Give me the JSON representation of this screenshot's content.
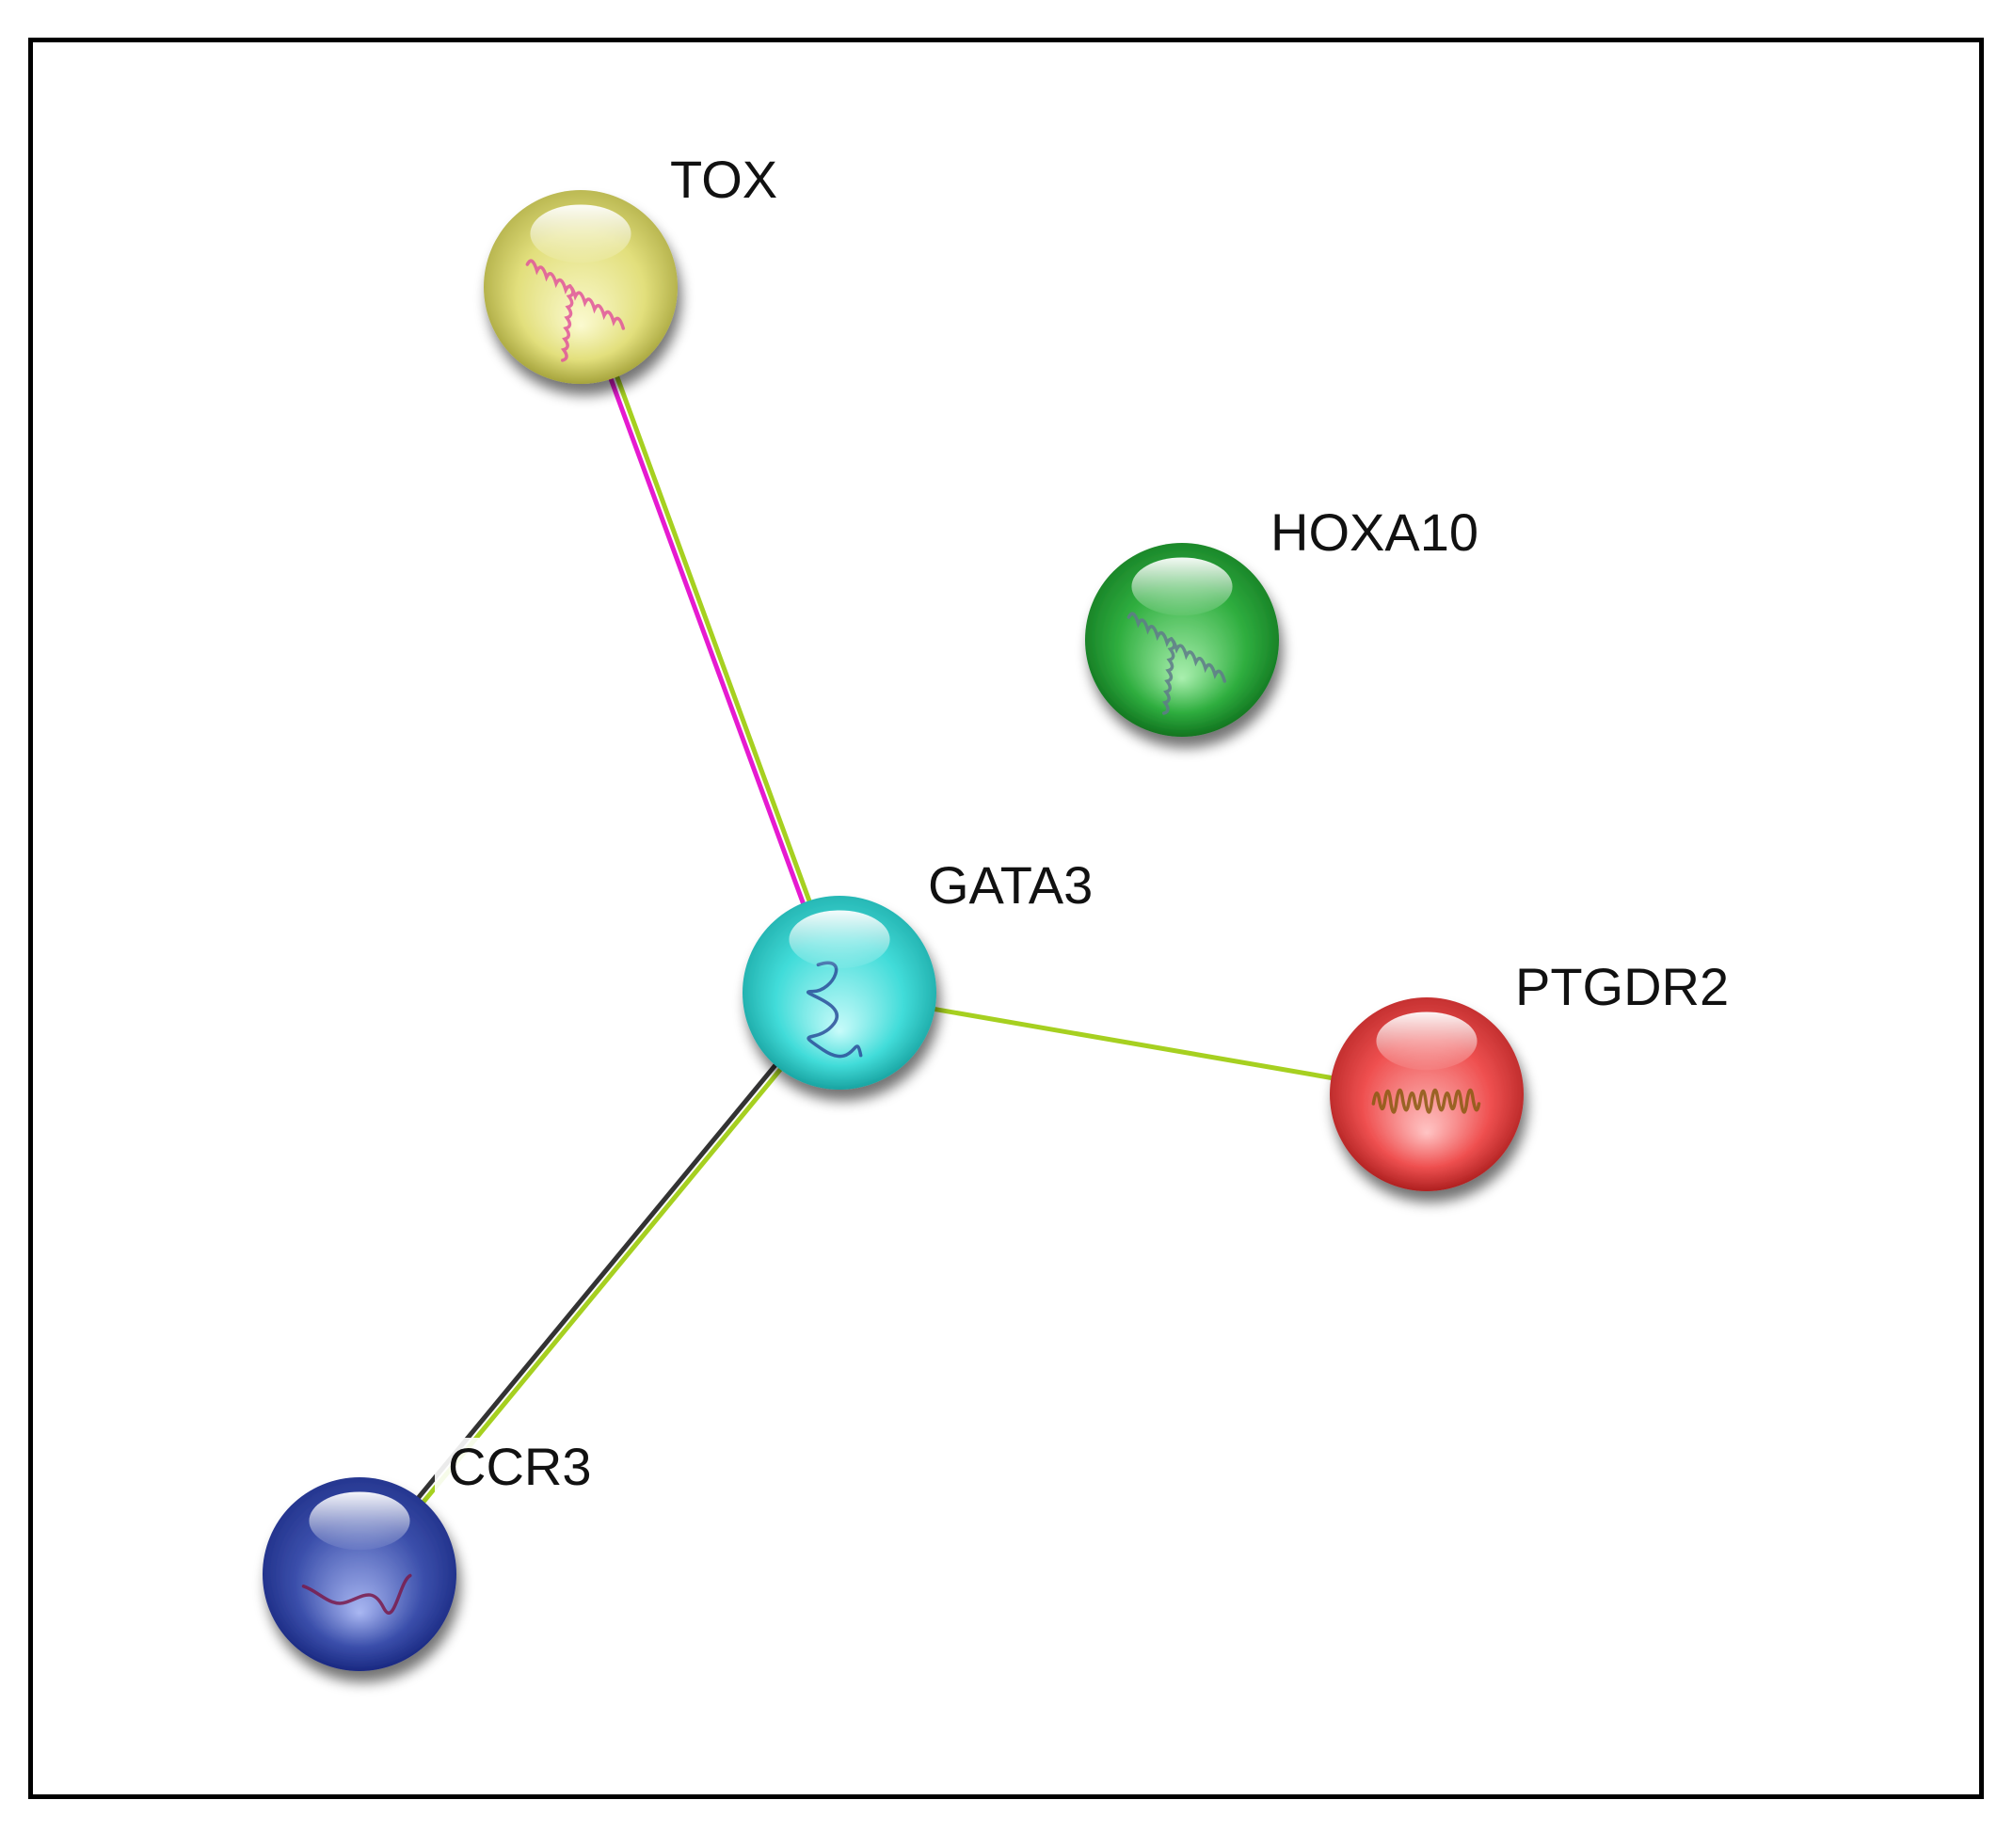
{
  "nodes": [
    {
      "id": "TOX",
      "label": "TOX",
      "color": "#e2df7c",
      "light": "#fbfad0",
      "dark": "#9c9a32",
      "struct": "#e0559a",
      "struct_type": "helix"
    },
    {
      "id": "HOXA10",
      "label": "HOXA10",
      "color": "#2fae3f",
      "light": "#a9efae",
      "dark": "#0c6a1a",
      "struct": "#5f7a8a",
      "struct_type": "helix"
    },
    {
      "id": "GATA3",
      "label": "GATA3",
      "color": "#41dcd9",
      "light": "#c8fbfa",
      "dark": "#129a98",
      "struct": "#2c4f9a",
      "struct_type": "coil"
    },
    {
      "id": "PTGDR2",
      "label": "PTGDR2",
      "color": "#ef5050",
      "light": "#ffc4c4",
      "dark": "#a41818",
      "struct": "#8a5a12",
      "struct_type": "dense"
    },
    {
      "id": "CCR3",
      "label": "CCR3",
      "color": "#3b4fab",
      "light": "#a9b7f2",
      "dark": "#14227a",
      "struct": "#7a1a4a",
      "struct_type": "line"
    }
  ],
  "edges": [
    {
      "from": "TOX",
      "to": "GATA3",
      "colors": [
        "#a6d020",
        "#e61ad0"
      ]
    },
    {
      "from": "GATA3",
      "to": "PTGDR2",
      "colors": [
        "#a6d020"
      ]
    },
    {
      "from": "GATA3",
      "to": "CCR3",
      "colors": [
        "#a6d020",
        "#333333"
      ]
    }
  ]
}
